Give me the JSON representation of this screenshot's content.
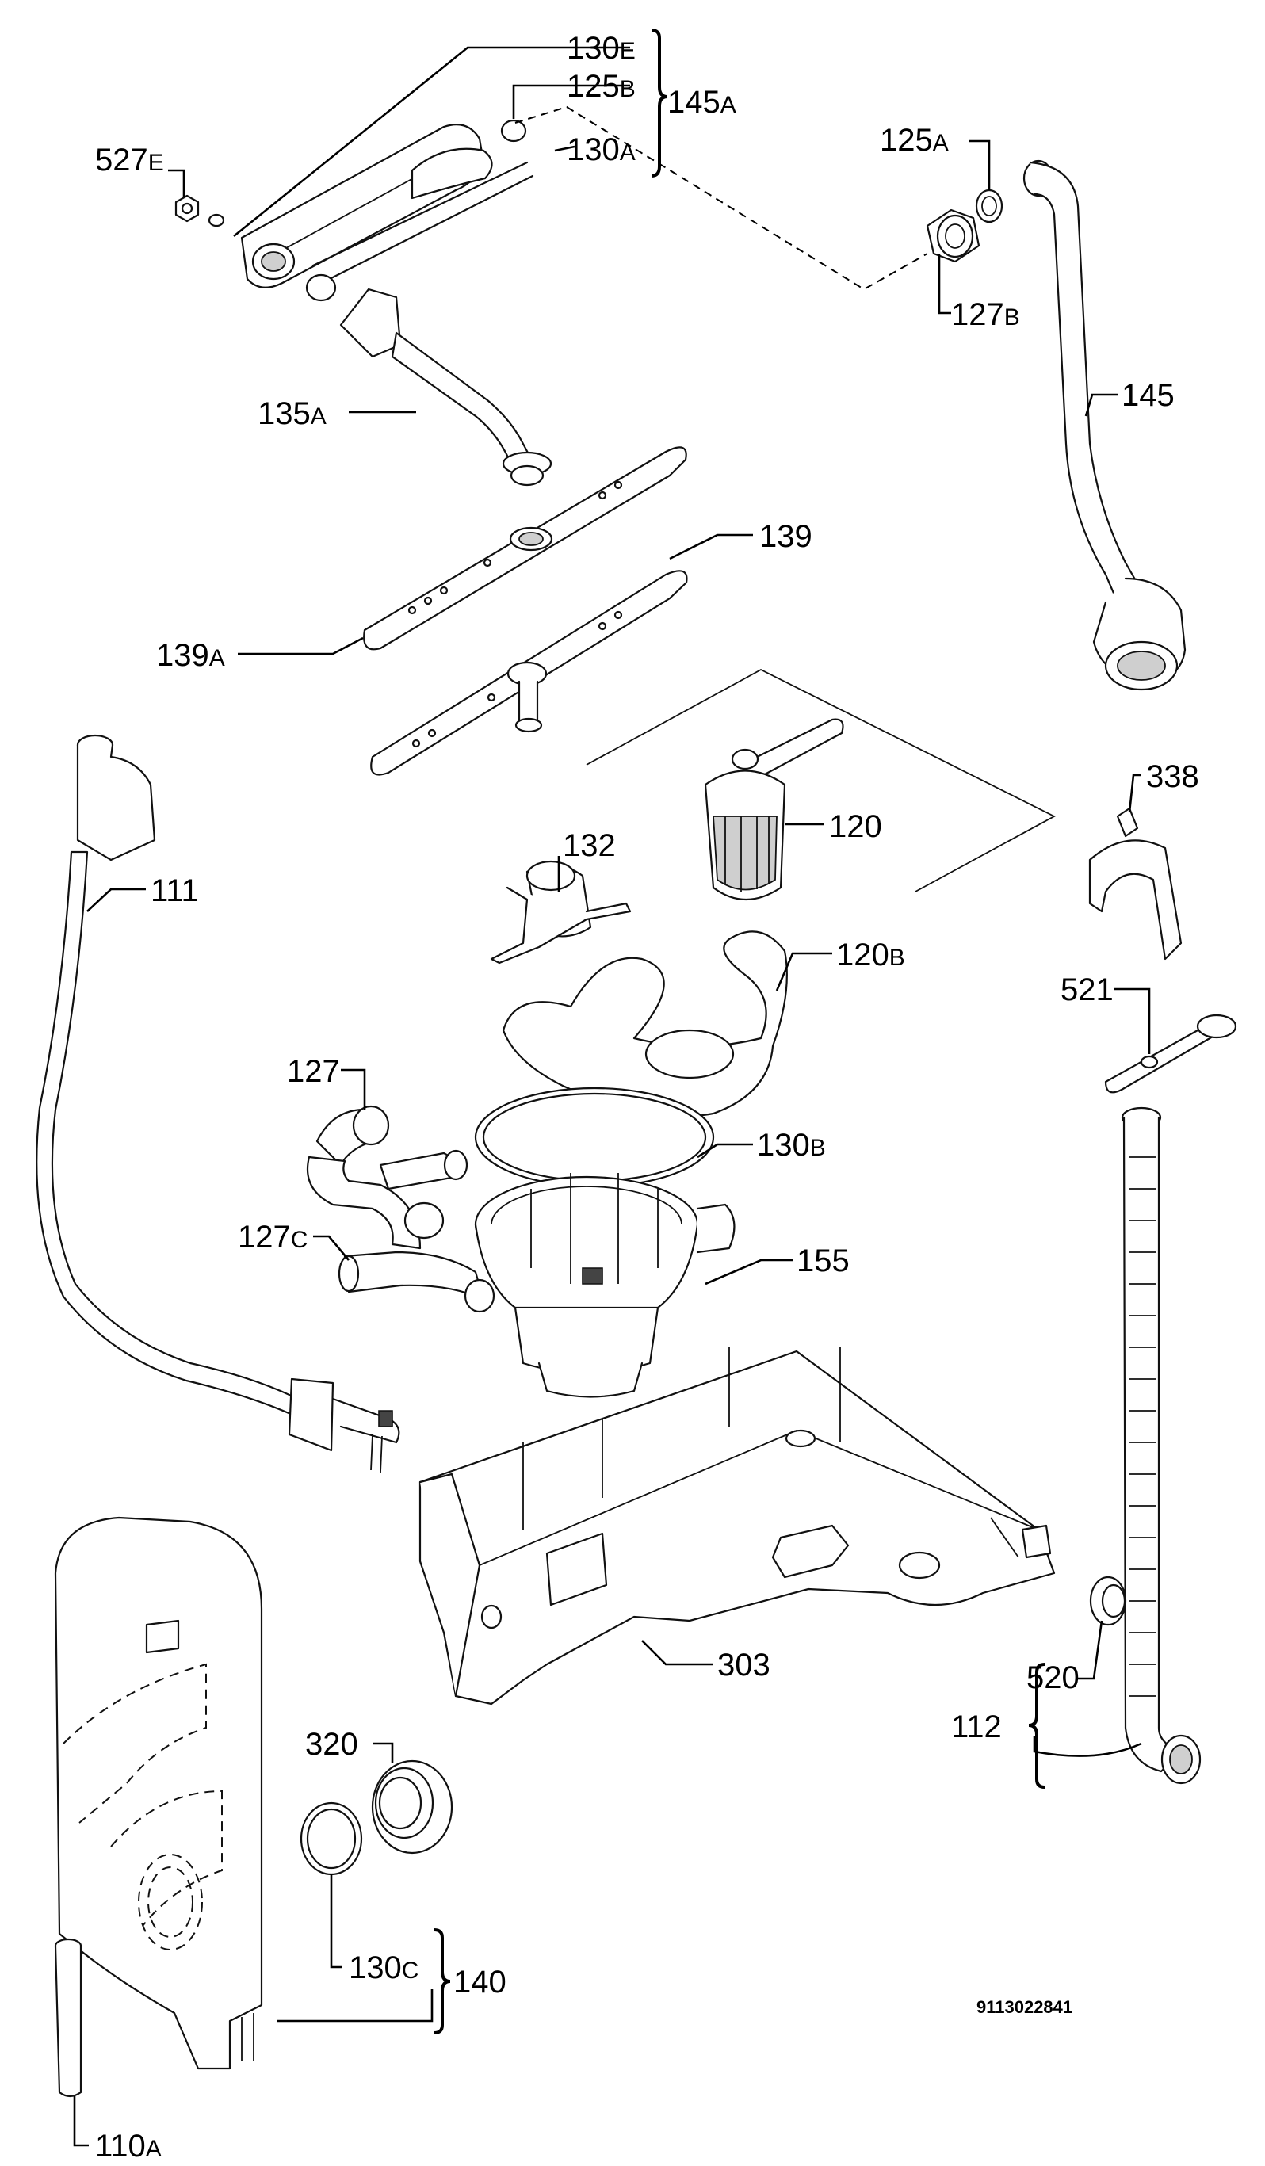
{
  "labels": {
    "l130e": {
      "num": "130",
      "suffix": "E"
    },
    "l125b": {
      "num": "125",
      "suffix": "B"
    },
    "l145a": {
      "num": "145",
      "suffix": "A"
    },
    "l130a": {
      "num": "130",
      "suffix": "A"
    },
    "l527e": {
      "num": "527",
      "suffix": "E"
    },
    "l125a": {
      "num": "125",
      "suffix": "A"
    },
    "l127b": {
      "num": "127",
      "suffix": "B"
    },
    "l145": {
      "num": "145",
      "suffix": ""
    },
    "l135a": {
      "num": "135",
      "suffix": "A"
    },
    "l139": {
      "num": "139",
      "suffix": ""
    },
    "l139a": {
      "num": "139",
      "suffix": "A"
    },
    "l120": {
      "num": "120",
      "suffix": ""
    },
    "l338": {
      "num": "338",
      "suffix": ""
    },
    "l132": {
      "num": "132",
      "suffix": ""
    },
    "l111": {
      "num": "111",
      "suffix": ""
    },
    "l120b": {
      "num": "120",
      "suffix": "B"
    },
    "l521": {
      "num": "521",
      "suffix": ""
    },
    "l127": {
      "num": "127",
      "suffix": ""
    },
    "l130b": {
      "num": "130",
      "suffix": "B"
    },
    "l127c": {
      "num": "127",
      "suffix": "C"
    },
    "l155": {
      "num": "155",
      "suffix": ""
    },
    "l303": {
      "num": "303",
      "suffix": ""
    },
    "l112": {
      "num": "112",
      "suffix": ""
    },
    "l520": {
      "num": "520",
      "suffix": ""
    },
    "l320": {
      "num": "320",
      "suffix": ""
    },
    "l130c": {
      "num": "130",
      "suffix": "C"
    },
    "l140": {
      "num": "140",
      "suffix": ""
    },
    "l110a": {
      "num": "110",
      "suffix": "A"
    }
  },
  "drawing_number": "9113022841",
  "line_color": "#111111",
  "background_color": "#ffffff"
}
